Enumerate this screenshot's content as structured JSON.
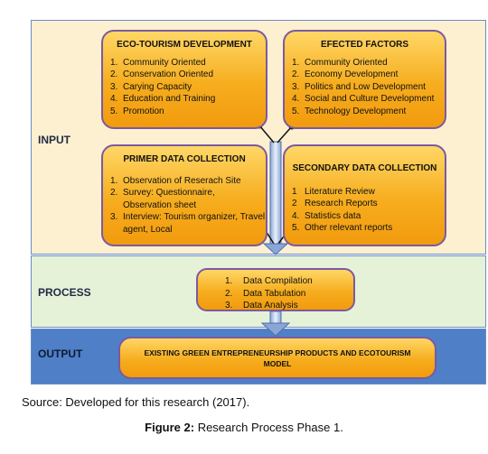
{
  "bands": {
    "input_label": "INPUT",
    "process_label": "PROCESS",
    "output_label": "OUTPUT"
  },
  "eco_tourism": {
    "title": "ECO-TOURISM DEVELOPMENT",
    "items": [
      {
        "num": "1.",
        "text": "Community Oriented"
      },
      {
        "num": "2.",
        "text": "Conservation Oriented"
      },
      {
        "num": "3.",
        "text": "Carying Capacity"
      },
      {
        "num": "4.",
        "text": "Education and Training"
      },
      {
        "num": "5.",
        "text": "Promotion"
      }
    ]
  },
  "efected_factors": {
    "title": "EFECTED FACTORS",
    "items": [
      {
        "num": "1.",
        "text": "Community Oriented"
      },
      {
        "num": "2.",
        "text": "Economy Development"
      },
      {
        "num": "3.",
        "text": "Politics and Low Development"
      },
      {
        "num": "4.",
        "text": "Social and Culture Development"
      },
      {
        "num": "5.",
        "text": "Technology Development"
      }
    ]
  },
  "primer": {
    "title": "PRIMER DATA COLLECTION",
    "items": [
      {
        "num": "1.",
        "text": "Observation of Reserach  Site"
      },
      {
        "num": "2.",
        "text": "Survey: Questionnaire, Observation sheet"
      },
      {
        "num": "3.",
        "text": "Interview: Tourism organizer, Travel agent, Local"
      }
    ]
  },
  "secondary": {
    "title": "SECONDARY DATA COLLECTION",
    "items": [
      {
        "num": "1",
        "text": "Literature Review"
      },
      {
        "num": "2",
        "text": "Research Reports"
      },
      {
        "num": "4.",
        "text": "Statistics data"
      },
      {
        "num": "5.",
        "text": "Other relevant reports"
      }
    ]
  },
  "process": {
    "items": [
      {
        "num": "1.",
        "text": "Data Compilation"
      },
      {
        "num": "2.",
        "text": "Data Tabulation"
      },
      {
        "num": "3.",
        "text": "Data Analysis"
      }
    ]
  },
  "output": {
    "line1": "EXISTING GREEN ENTREPRENEURSHIP PRODUCTS AND ECOTOURISM",
    "line2": "MODEL"
  },
  "source_text": "Source: Developed for this research (2017).",
  "figure": {
    "label": "Figure 2:",
    "text": " Research Process Phase 1."
  }
}
